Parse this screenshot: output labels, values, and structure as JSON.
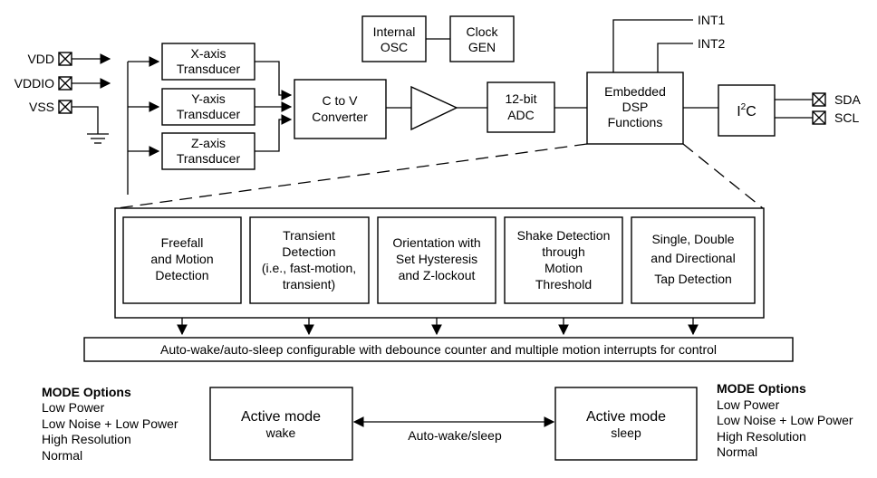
{
  "pins": {
    "vdd": "VDD",
    "vddio": "VDDIO",
    "vss": "VSS",
    "sda": "SDA",
    "scl": "SCL",
    "int1": "INT1",
    "int2": "INT2"
  },
  "transducers": {
    "x": [
      "X-axis",
      "Transducer"
    ],
    "y": [
      "Y-axis",
      "Transducer"
    ],
    "z": [
      "Z-axis",
      "Transducer"
    ]
  },
  "blocks": {
    "osc": [
      "Internal",
      "OSC"
    ],
    "clock": [
      "Clock",
      "GEN"
    ],
    "ctov": [
      "C to V",
      "Converter"
    ],
    "adc": [
      "12-bit",
      "ADC"
    ],
    "dsp": [
      "Embedded",
      "DSP",
      "Functions"
    ],
    "i2c_main": "I",
    "i2c_sup": "2",
    "i2c_tail": "C"
  },
  "functions": [
    [
      "Freefall",
      "and Motion",
      "Detection"
    ],
    [
      "Transient",
      "Detection",
      "(i.e., fast-motion,",
      "transient)"
    ],
    [
      "Orientation with",
      "Set Hysteresis",
      "and Z-lockout"
    ],
    [
      "Shake Detection",
      "through",
      "Motion",
      "Threshold"
    ],
    [
      "Single, Double",
      "and Directional",
      "Tap Detection"
    ]
  ],
  "autowake_bar": "Auto-wake/auto-sleep configurable with debounce counter and multiple motion interrupts for control",
  "modes": {
    "wake": [
      "Active mode",
      "wake"
    ],
    "sleep": [
      "Active mode",
      "sleep"
    ],
    "link": "Auto-wake/sleep"
  },
  "mode_options": {
    "title": "MODE Options",
    "items": [
      "Low Power",
      "Low Noise + Low Power",
      "High Resolution",
      "Normal"
    ]
  }
}
